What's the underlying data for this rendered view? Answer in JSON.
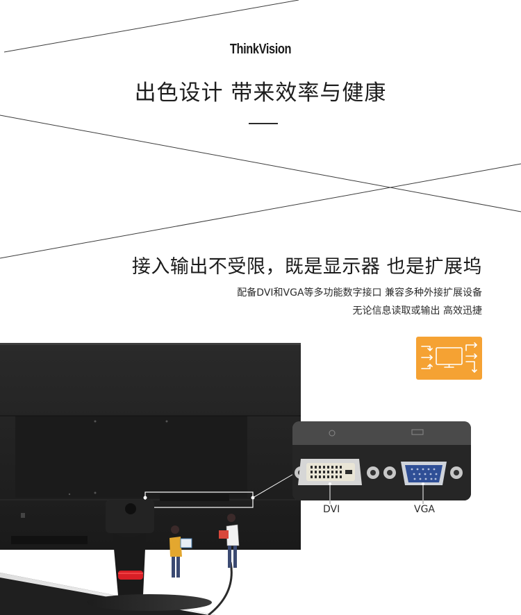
{
  "brand": {
    "logo_text": "ThinkVision"
  },
  "hero": {
    "headline": "出色设计  带来效率与健康"
  },
  "feature": {
    "title": "接入输出不受限，既是显示器 也是扩展坞",
    "description_line1": "配备DVI和VGA等多功能数字接口 兼容多种外接扩展设备",
    "description_line2": "无论信息读取或输出 高效迅捷",
    "icon": "monitor-expansion-icon"
  },
  "ports": {
    "dvi_label": "DVI",
    "vga_label": "VGA"
  },
  "colors": {
    "accent_orange": "#f5a233",
    "monitor_body": "#1e1e1e",
    "stand_ring": "#d81f26",
    "text_dark": "#1b1b1b"
  }
}
